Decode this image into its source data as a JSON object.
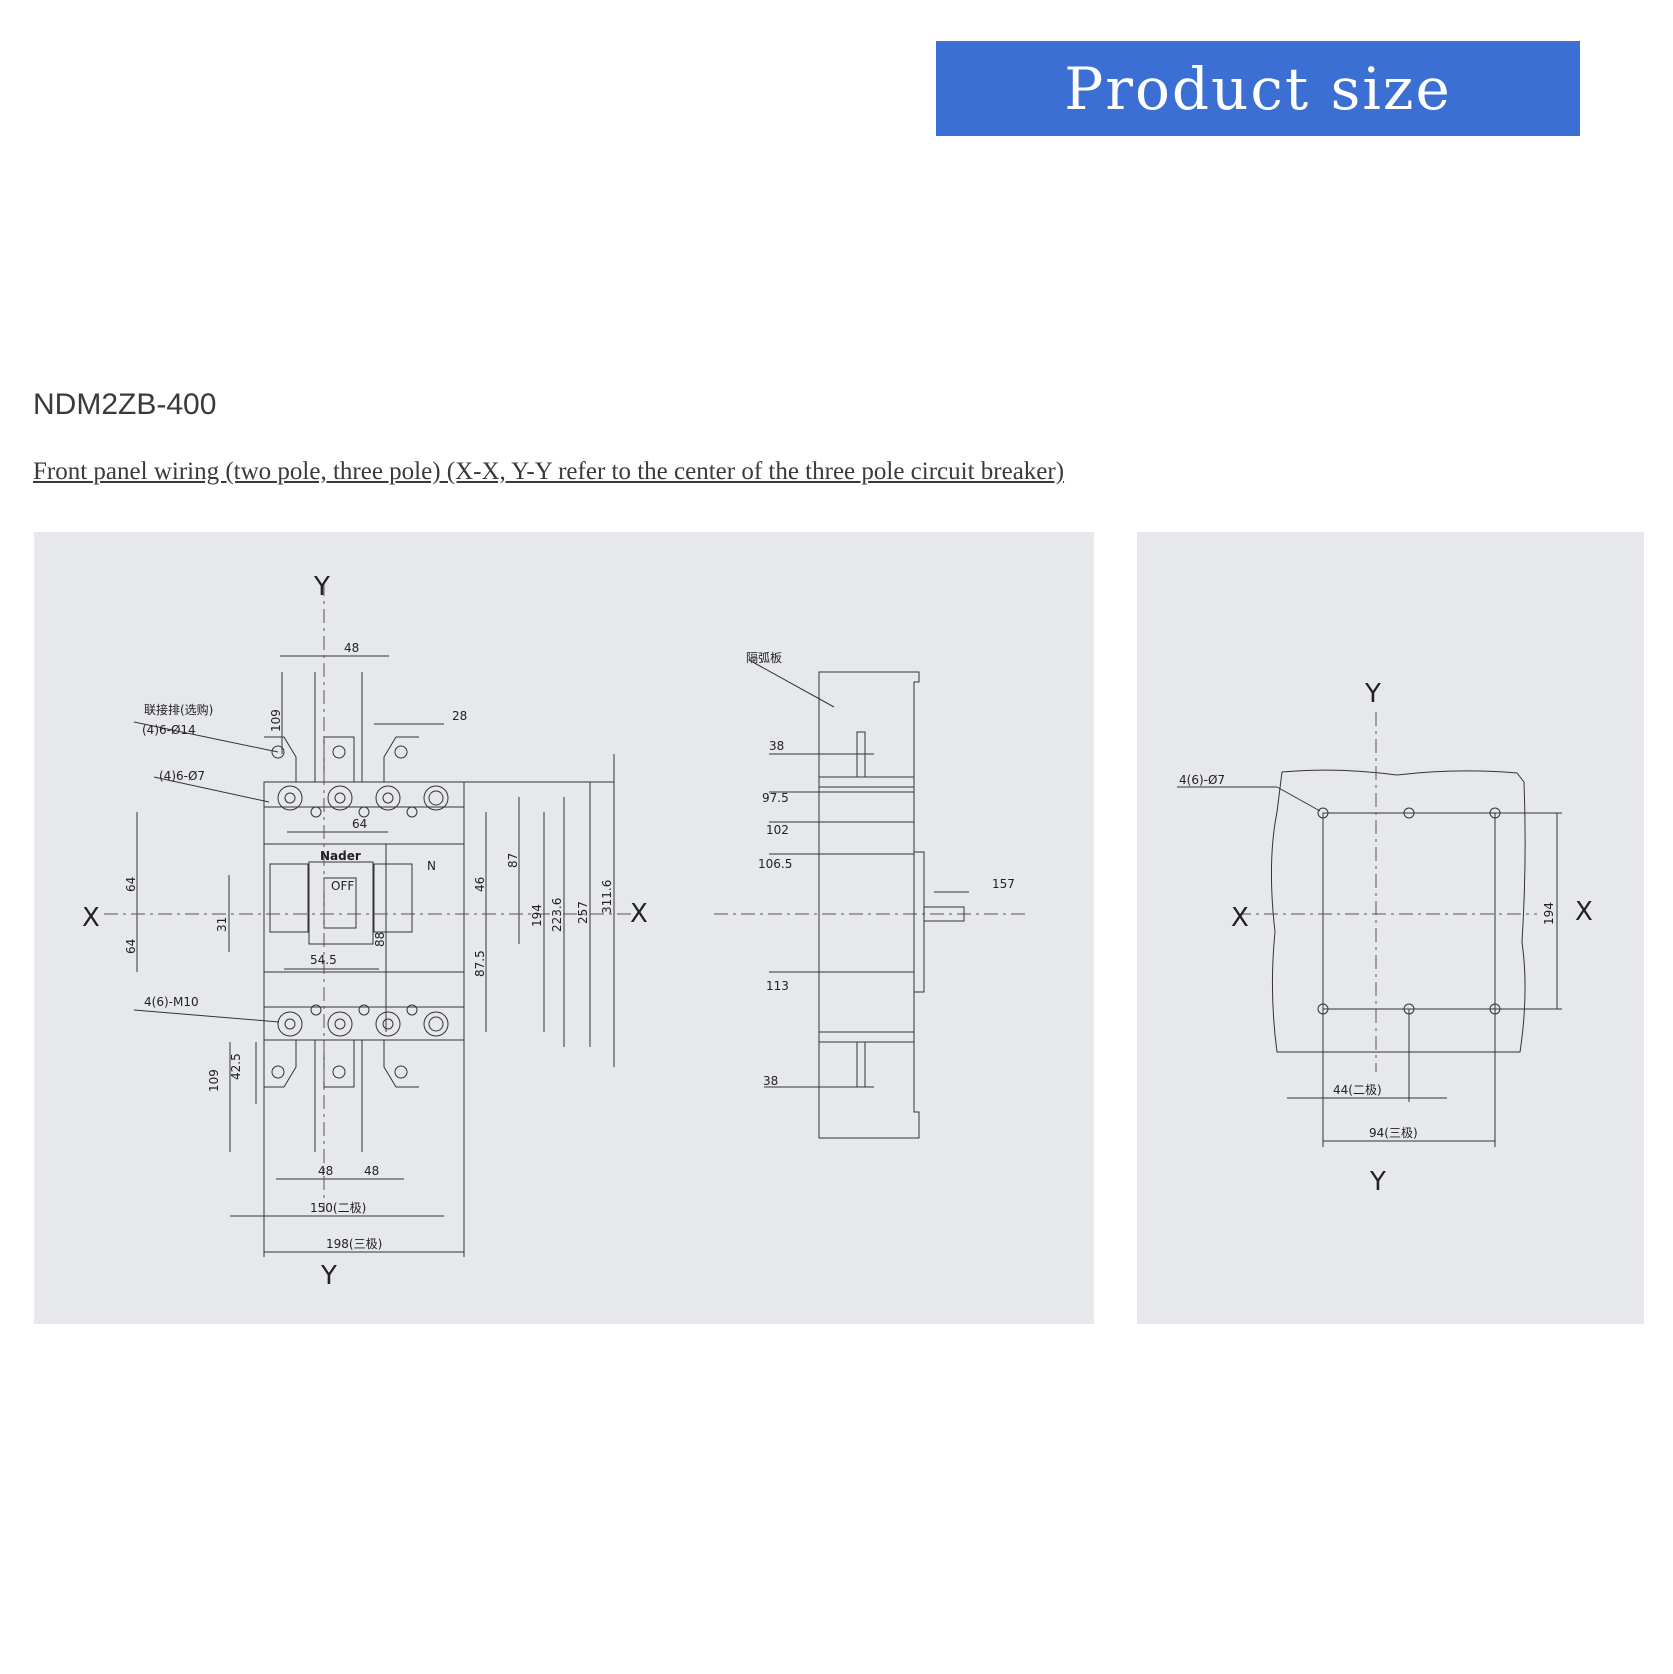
{
  "header": {
    "title": "Product size",
    "banner_color": "#3b6fd4"
  },
  "model": "NDM2ZB-400",
  "subtitle": "Front panel wiring (two pole, three pole) (X-X, Y-Y refer to the center of the three pole circuit breaker)",
  "front_view": {
    "axis_y_top": "Y",
    "axis_y_bottom": "Y",
    "axis_x_left": "X",
    "axis_x_right": "X",
    "label_busbar": "联接排(选购)",
    "label_hole14": "(4)6-Ø14",
    "label_hole7": "(4)6-Ø7",
    "label_m10": "4(6)-M10",
    "brand": "Nader",
    "off": "OFF",
    "n_mark": "N",
    "dims": {
      "d48_top": "48",
      "d109_top": "109",
      "d28": "28",
      "d64_mid": "64",
      "d64_left_a": "64",
      "d64_left_b": "64",
      "d31": "31",
      "d54_5": "54.5",
      "d88": "88",
      "d46": "46",
      "d87": "87",
      "d87_5": "87.5",
      "d194": "194",
      "d223_6": "223.6",
      "d257": "257",
      "d311_6": "311.6",
      "d42_5": "42.5",
      "d109_bot": "109",
      "d48_a": "48",
      "d48_b": "48",
      "d150": "150(二极)",
      "d198": "198(三极)"
    }
  },
  "side_view": {
    "label_arc": "隔弧板",
    "dims": {
      "d38_top": "38",
      "d97_5": "97.5",
      "d102": "102",
      "d106_5": "106.5",
      "d113": "113",
      "d38_bot": "38",
      "d157": "157"
    }
  },
  "mount_view": {
    "axis_y_top": "Y",
    "axis_y_bottom": "Y",
    "axis_x_left": "X",
    "axis_x_right": "X",
    "label_holes": "4(6)-Ø7",
    "dims": {
      "d194": "194",
      "d44": "44(二极)",
      "d94": "94(三极)"
    }
  }
}
